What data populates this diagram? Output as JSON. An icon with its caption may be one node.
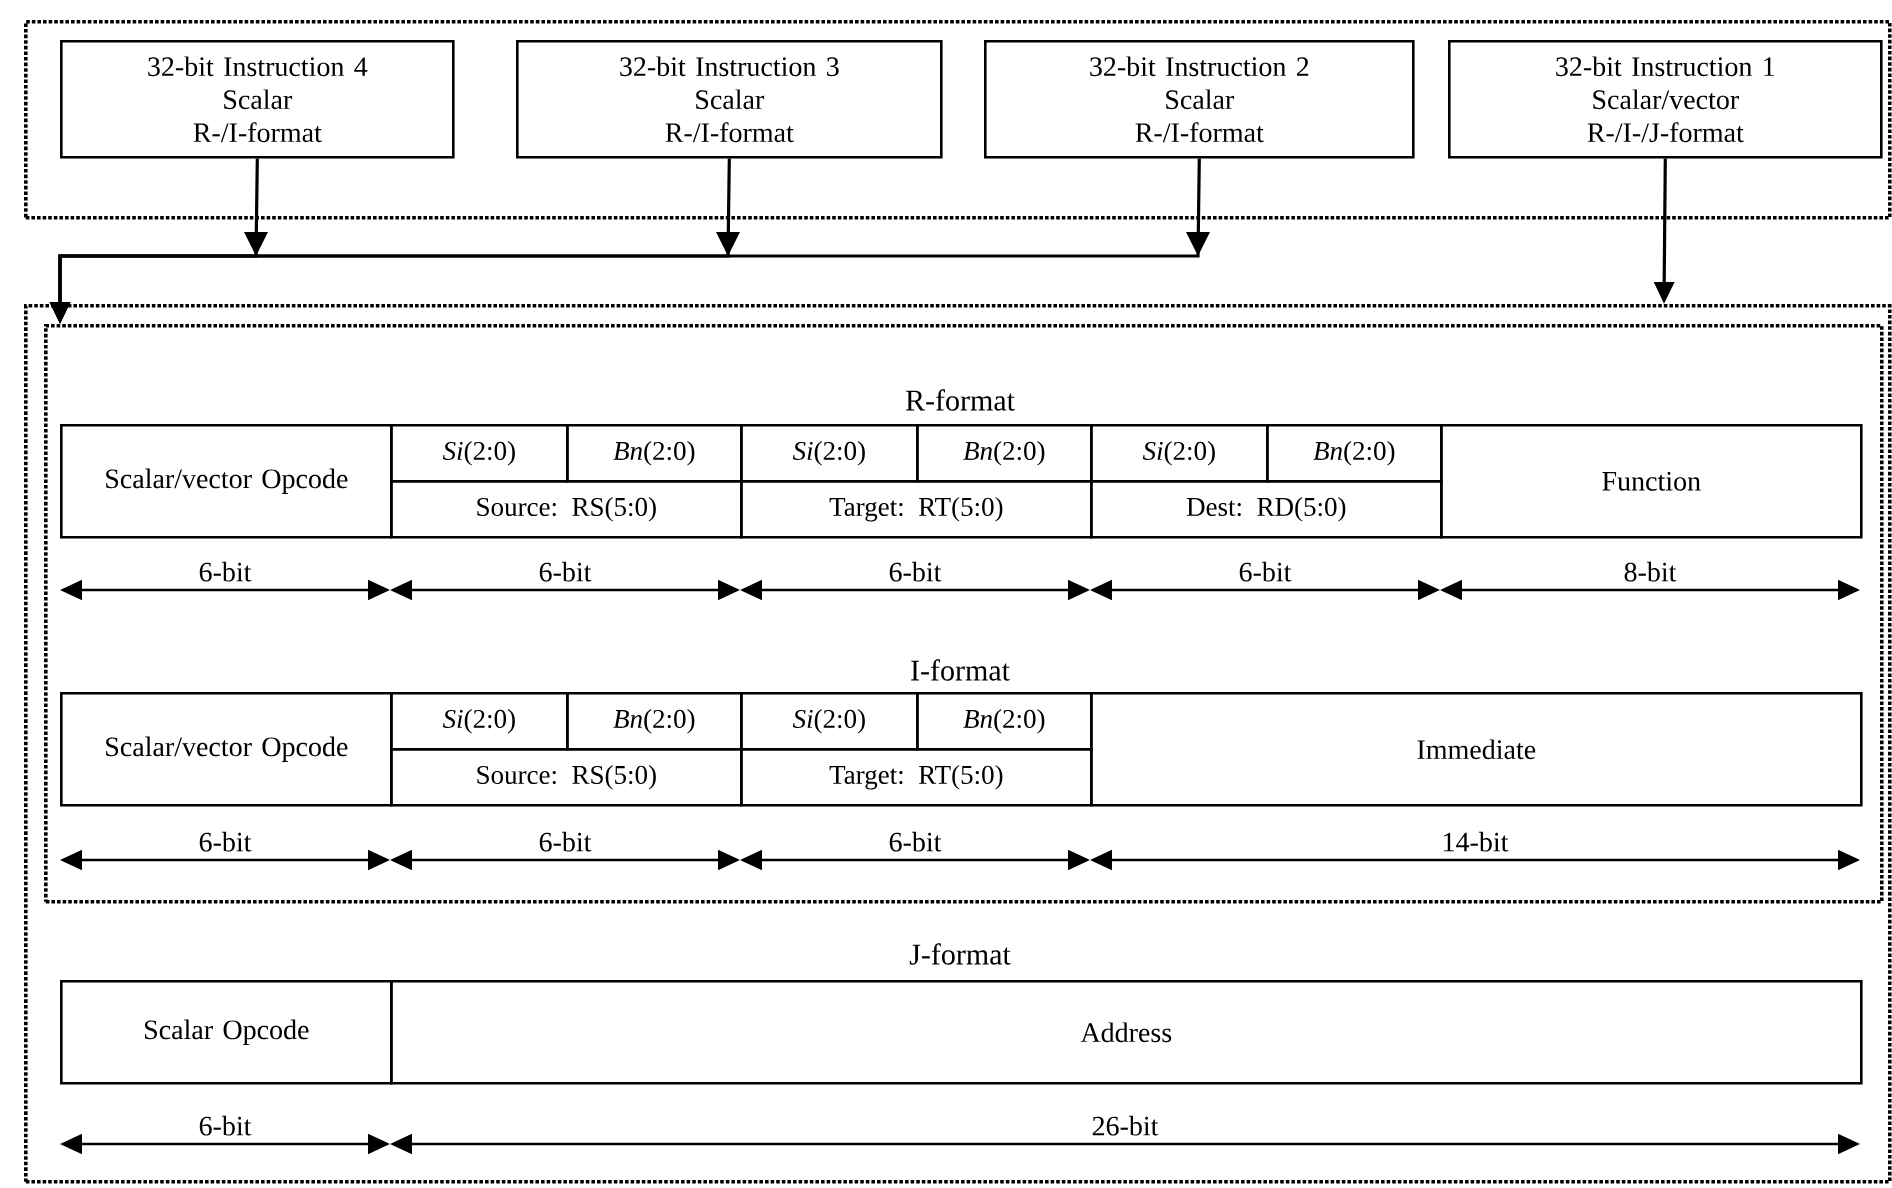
{
  "diagram": {
    "nodes": [
      {
        "text": [],
        "shape": "box"
      },
      {
        "text": [
          "32-bit Instruction 4",
          "Scalar",
          "R-/I-format"
        ],
        "in": 0
      },
      {
        "text": [
          "32-bit Instruction 3",
          "Scalar",
          "R-/I-format"
        ],
        "in": 0
      },
      {
        "text": [
          "32-bit Instruction 2",
          "Scalar",
          "R-/I-format"
        ],
        "in": 0
      },
      {
        "text": [
          "32-bit Instruction 1",
          "Scalar/vector",
          "R-/I-/J-format"
        ],
        "in": 0
      },
      {
        "text": [],
        "shape": "box"
      },
      {
        "text": [],
        "shape": "box",
        "in": 5
      },
      {
        "text": [
          "Scalar/vector Opcode"
        ],
        "in": 6
      },
      {
        "text": [
          "*Si*(2:0)"
        ],
        "in": 6
      },
      {
        "text": [
          "*Bn*(2:0)"
        ],
        "in": 6
      },
      {
        "text": [
          "Source: RS(5:0)"
        ],
        "in": 6
      },
      {
        "text": [
          "*Si*(2:0)"
        ],
        "in": 6
      },
      {
        "text": [
          "*Bn*(2:0)"
        ],
        "in": 6
      },
      {
        "text": [
          "Target: RT(5:0)"
        ],
        "in": 6
      },
      {
        "text": [
          "*Si*(2:0)"
        ],
        "in": 6
      },
      {
        "text": [
          "*Bn*(2:0)"
        ],
        "in": 6
      },
      {
        "text": [
          "Dest: RD(5:0)"
        ],
        "in": 6
      },
      {
        "text": [
          "Function"
        ],
        "in": 6
      },
      {
        "text": [
          "Scalar/vector Opcode"
        ],
        "in": 6
      },
      {
        "text": [
          "*Si*(2:0)"
        ],
        "in": 6
      },
      {
        "text": [
          "*Bn*(2:0)"
        ],
        "in": 6
      },
      {
        "text": [
          "Source: RS(5:0)"
        ],
        "in": 6
      },
      {
        "text": [
          "*Si*(2:0)"
        ],
        "in": 6
      },
      {
        "text": [
          "*Bn*(2:0)"
        ],
        "in": 6
      },
      {
        "text": [
          "Target: RT(5:0)"
        ],
        "in": 6
      },
      {
        "text": [
          "Immediate"
        ],
        "in": 6
      },
      {
        "text": [
          "Scalar Opcode"
        ],
        "in": 5
      },
      {
        "text": [
          "Address"
        ],
        "in": 5
      }
    ],
    "edges": [
      {
        "from": 1,
        "to": 6,
        "arrow": "to"
      },
      {
        "from": 2,
        "to": 6,
        "arrow": "to"
      },
      {
        "from": 3,
        "to": 6,
        "arrow": "to"
      },
      {
        "from": 4,
        "to": 5,
        "arrow": "to"
      }
    ],
    "labels": [
      "R-format",
      "6-bit",
      "6-bit",
      "6-bit",
      "6-bit",
      "8-bit",
      "I-format",
      "6-bit",
      "6-bit",
      "6-bit",
      "14-bit",
      "J-format",
      "6-bit",
      "26-bit"
    ]
  }
}
